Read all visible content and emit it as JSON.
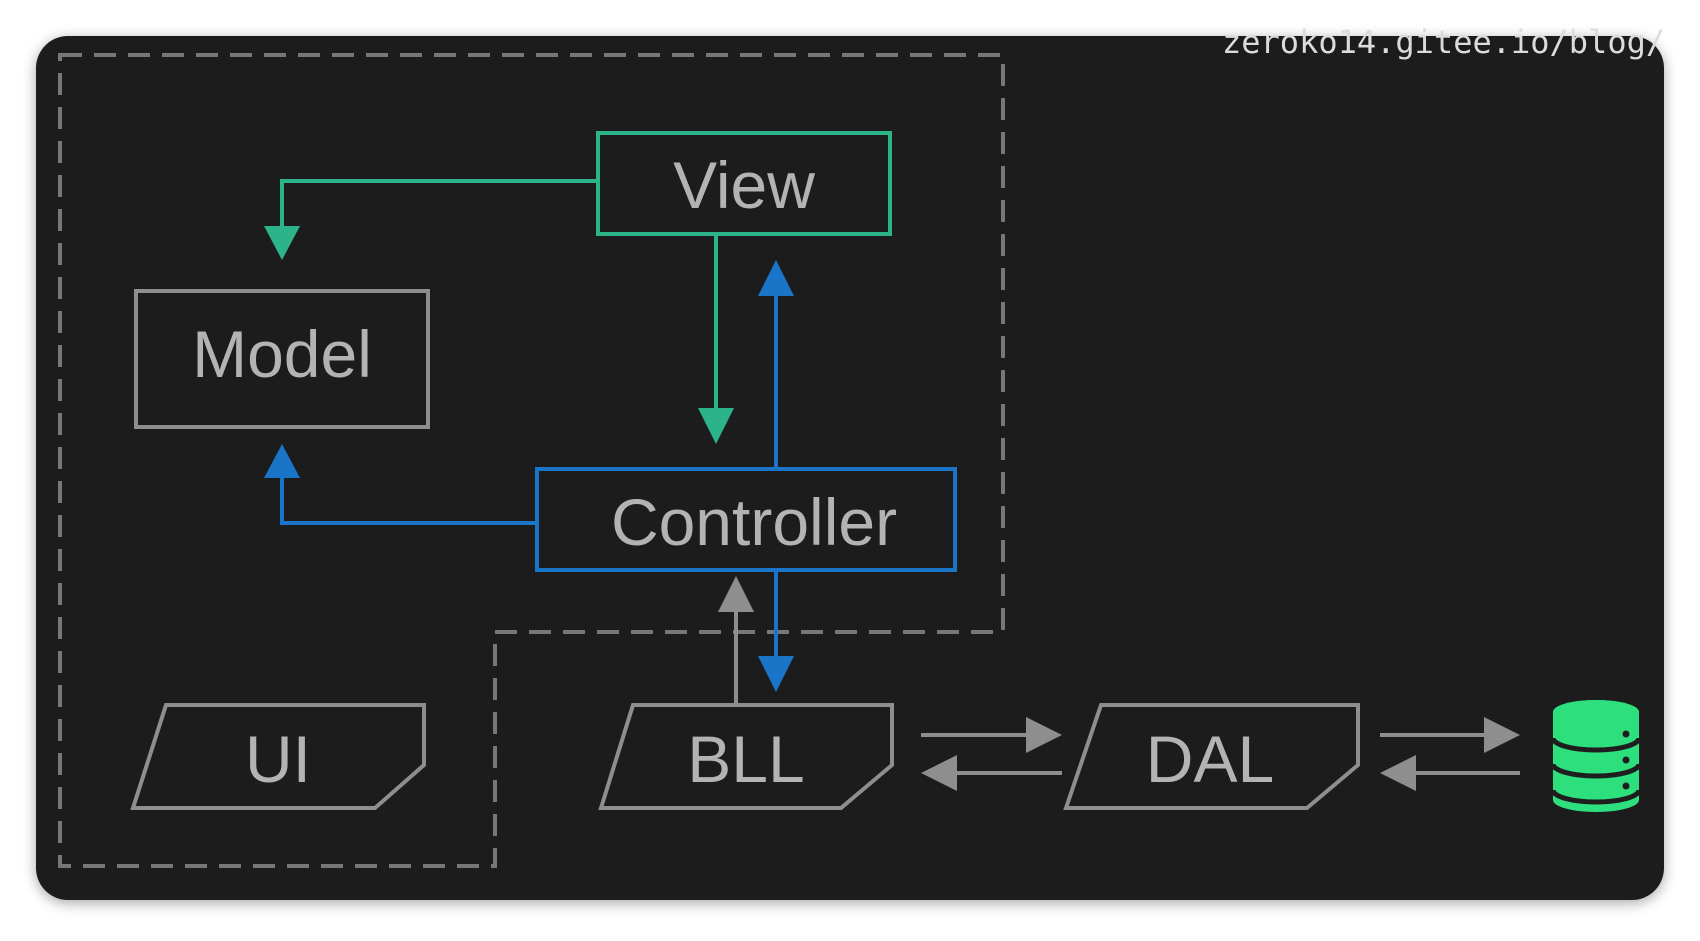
{
  "watermark": "zeroko14.gitee.io/blog/",
  "nodes": {
    "view": "View",
    "model": "Model",
    "controller": "Controller",
    "ui": "UI",
    "bll": "BLL",
    "dal": "DAL"
  },
  "icons": {
    "database": "database-icon"
  },
  "colors": {
    "background": "#1e1e1e",
    "view_green": "#2db38a",
    "controller_blue": "#1a74c8",
    "neutral_gray": "#8e8e8e",
    "dashed_border": "#777777",
    "database_green": "#2ee07d"
  }
}
